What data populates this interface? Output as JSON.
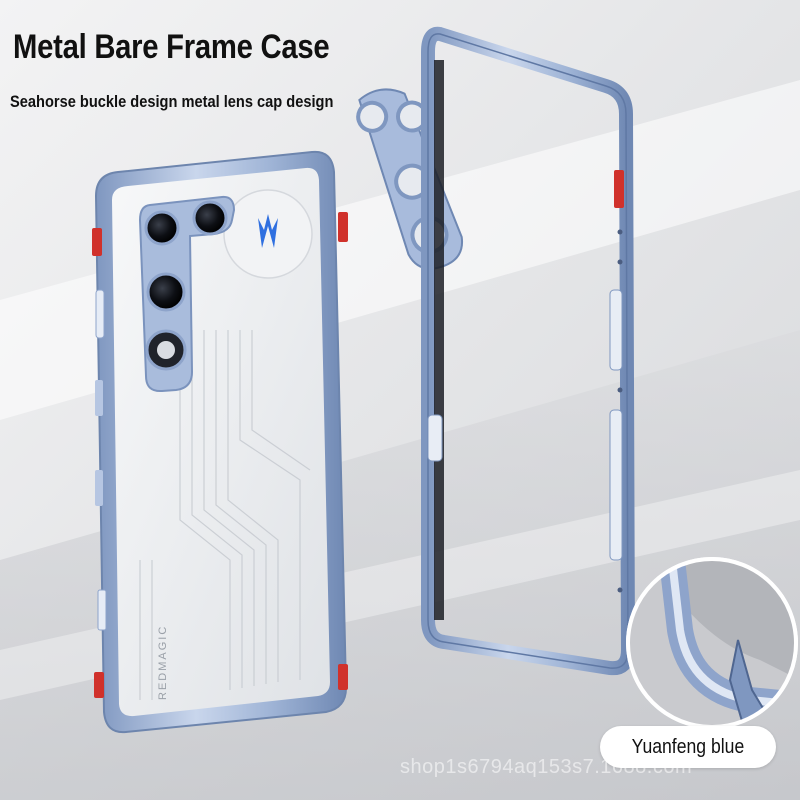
{
  "title": "Metal Bare Frame Case",
  "subtitle": "Seahorse buckle design metal lens cap design",
  "color_label": "Yuanfeng blue",
  "watermark": "shop1s6794aq153s7.1688.com",
  "phone_brand_print": "REDMAGIC",
  "colors": {
    "frame_blue": "#9fb4d6",
    "frame_highlight": "#dfe7f4",
    "button_red": "#d0312b",
    "back_panel": "#eef0f2",
    "background": "#e9eaec"
  }
}
